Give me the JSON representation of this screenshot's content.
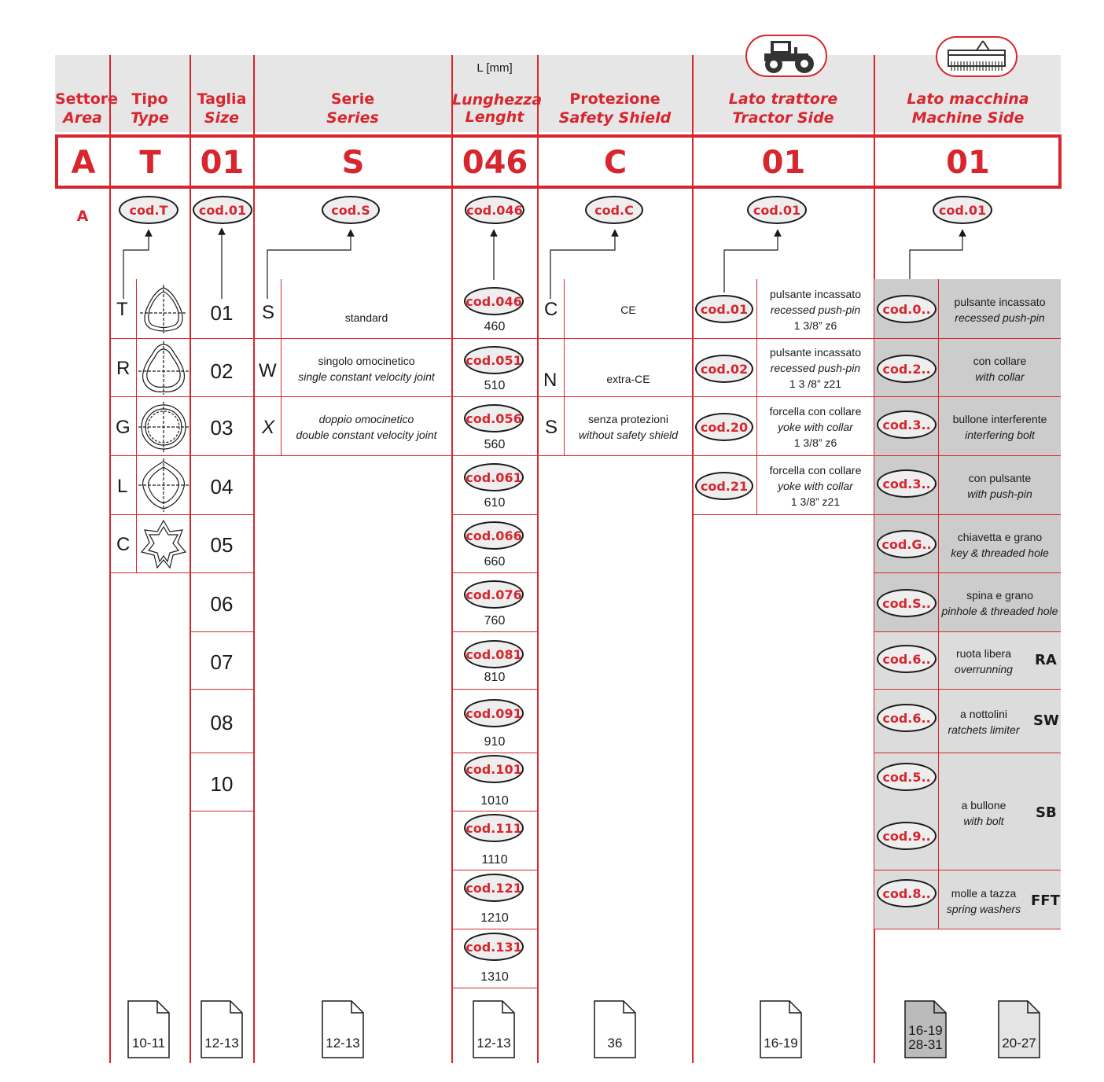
{
  "header": {
    "area": {
      "it": "Settore",
      "en": "Area"
    },
    "type": {
      "it": "Tipo",
      "en": "Type"
    },
    "size": {
      "it": "Taglia",
      "en": "Size"
    },
    "series": {
      "it": "Serie",
      "en": "Series"
    },
    "length_unit": "L   [mm]",
    "length": {
      "it": "Lunghezza",
      "en": "Lenght"
    },
    "shield": {
      "it": "Protezione",
      "en": "Safety Shield"
    },
    "tractor": {
      "it": "Lato trattore",
      "en": "Tractor Side"
    },
    "machine": {
      "it": "Lato macchina",
      "en": "Machine Side"
    }
  },
  "code": [
    "A",
    "T",
    "01",
    "S",
    "046",
    "C",
    "01",
    "01"
  ],
  "area_value": "A",
  "code_refs": [
    "cod.T",
    "cod.01",
    "cod.S",
    "cod.046",
    "cod.C",
    "cod.01",
    "cod.01"
  ],
  "types": [
    {
      "letter": "T",
      "icon": "triangular-profile-icon"
    },
    {
      "letter": "R",
      "icon": "rounded-triangle-profile-icon"
    },
    {
      "letter": "G",
      "icon": "splined-profile-icon"
    },
    {
      "letter": "L",
      "icon": "lemon-profile-icon"
    },
    {
      "letter": "C",
      "icon": "star-profile-icon"
    }
  ],
  "sizes": [
    "01",
    "02",
    "03",
    "04",
    "05",
    "06",
    "07",
    "08",
    "10"
  ],
  "series": [
    {
      "letter": "S",
      "it": "standard",
      "en": ""
    },
    {
      "letter": "W",
      "it": "singolo omocinetico",
      "en": "single constant velocity joint"
    },
    {
      "letter": "X",
      "it": "doppio omocinetico",
      "en": "double constant velocity joint"
    }
  ],
  "lengths": [
    {
      "code": "cod.046",
      "mm": "460"
    },
    {
      "code": "cod.051",
      "mm": "510"
    },
    {
      "code": "cod.056",
      "mm": "560"
    },
    {
      "code": "cod.061",
      "mm": "610"
    },
    {
      "code": "cod.066",
      "mm": "660"
    },
    {
      "code": "cod.076",
      "mm": "760"
    },
    {
      "code": "cod.081",
      "mm": "810"
    },
    {
      "code": "cod.091",
      "mm": "910"
    },
    {
      "code": "cod.101",
      "mm": "1010"
    },
    {
      "code": "cod.111",
      "mm": "1110"
    },
    {
      "code": "cod.121",
      "mm": "1210"
    },
    {
      "code": "cod.131",
      "mm": "1310"
    }
  ],
  "shields": [
    {
      "letter": "C",
      "it": "CE",
      "en": ""
    },
    {
      "letter": "N",
      "it": "extra-CE",
      "en": ""
    },
    {
      "letter": "S",
      "it": "senza protezioni",
      "en": "without safety shield"
    }
  ],
  "tractor_side": [
    {
      "code": "cod.01",
      "it": "pulsante incassato",
      "en": "recessed push-pin",
      "spec": "1 3/8” z6"
    },
    {
      "code": "cod.02",
      "it": "pulsante incassato",
      "en": "recessed push-pin",
      "spec": "1 3 /8” z21"
    },
    {
      "code": "cod.20",
      "it": "forcella con collare",
      "en": "yoke with collar",
      "spec": "1 3/8” z6"
    },
    {
      "code": "cod.21",
      "it": "forcella con collare",
      "en": "yoke with collar",
      "spec": "1 3/8” z21"
    }
  ],
  "machine_side": [
    {
      "code": "cod.0..",
      "it": "pulsante incassato",
      "en": "recessed push-pin",
      "tag": ""
    },
    {
      "code": "cod.2..",
      "it": "con collare",
      "en": "with collar",
      "tag": ""
    },
    {
      "code": "cod.3..",
      "it": "bullone interferente",
      "en": "interfering bolt",
      "tag": ""
    },
    {
      "code": "cod.3..",
      "it": "con pulsante",
      "en": "with push-pin",
      "tag": ""
    },
    {
      "code": "cod.G..",
      "it": "chiavetta e grano",
      "en": "key & threaded hole",
      "tag": ""
    },
    {
      "code": "cod.S..",
      "it": "spina e grano",
      "en": "pinhole & threaded hole",
      "tag": ""
    },
    {
      "code": "cod.6..",
      "it": "ruota libera",
      "en": "overrunning",
      "tag": "RA"
    },
    {
      "code": "cod.6..",
      "it": "a nottolini",
      "en": "ratchets limiter",
      "tag": "SW"
    },
    {
      "code": "cod.5..",
      "it": "a bullone",
      "en": "with bolt",
      "tag": "SB",
      "code2": "cod.9.."
    },
    {
      "code": "cod.8..",
      "it": "molle a tazza",
      "en": "spring washers",
      "tag": "FFT"
    }
  ],
  "pages": [
    "10-11",
    "12-13",
    "12-13",
    "12-13",
    "36",
    "16-19",
    "16-19\n28-31",
    "20-27"
  ],
  "colors": {
    "accent": "#d7262e",
    "header_bg": "#e6e6e6",
    "grey_cell": "#cccccc",
    "light_grey_cell": "#dcdcdc"
  }
}
